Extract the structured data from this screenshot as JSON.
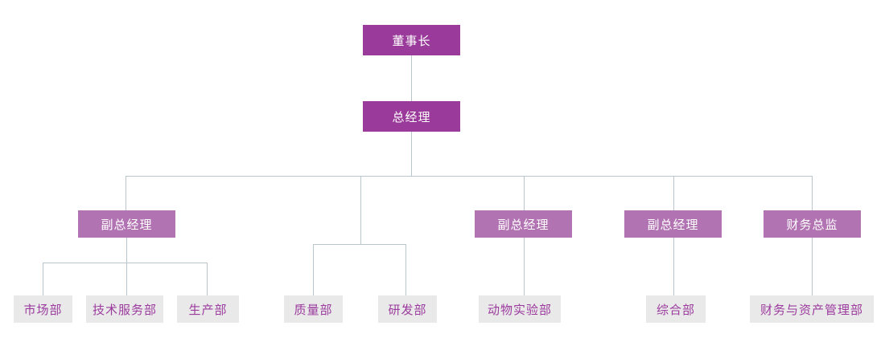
{
  "diagram": {
    "type": "org-chart",
    "title": "",
    "colors": {
      "level_top_bg": "#9a3a9b",
      "level_top_text": "#ffffff",
      "level_mid_bg": "#b273b3",
      "level_mid_text": "#ffffff",
      "dept_bg": "#e9e9e9",
      "dept_text": "#9c3b9e",
      "connector_line": "#b9c6ce",
      "background": "#ffffff"
    },
    "nodes": {
      "chairman": {
        "label": "董事长",
        "level": 1
      },
      "general_manager": {
        "label": "总经理",
        "level": 2
      },
      "deputy_gm_1": {
        "label": "副总经理",
        "level": 3
      },
      "deputy_gm_2": {
        "label": "副总经理",
        "level": 3
      },
      "deputy_gm_3": {
        "label": "副总经理",
        "level": 3
      },
      "finance_director": {
        "label": "财务总监",
        "level": 3
      },
      "dept_marketing": {
        "label": "市场部",
        "level": 4
      },
      "dept_tech_service": {
        "label": "技术服务部",
        "level": 4
      },
      "dept_production": {
        "label": "生产部",
        "level": 4
      },
      "dept_quality": {
        "label": "质量部",
        "level": 4
      },
      "dept_rd": {
        "label": "研发部",
        "level": 4
      },
      "dept_animal_lab": {
        "label": "动物实验部",
        "level": 4
      },
      "dept_general": {
        "label": "综合部",
        "level": 4
      },
      "dept_finance_asset": {
        "label": "财务与资产管理部",
        "level": 4
      }
    },
    "hierarchy": [
      {
        "parent": "chairman",
        "children": [
          "general_manager"
        ]
      },
      {
        "parent": "general_manager",
        "children": [
          "deputy_gm_1",
          "unlabeled_branch",
          "deputy_gm_2",
          "deputy_gm_3",
          "finance_director"
        ]
      },
      {
        "parent": "deputy_gm_1",
        "children": [
          "dept_marketing",
          "dept_tech_service",
          "dept_production"
        ]
      },
      {
        "parent": "unlabeled_branch",
        "children": [
          "dept_quality",
          "dept_rd"
        ]
      },
      {
        "parent": "deputy_gm_2",
        "children": [
          "dept_animal_lab"
        ]
      },
      {
        "parent": "deputy_gm_3",
        "children": [
          "dept_general"
        ]
      },
      {
        "parent": "finance_director",
        "children": [
          "dept_finance_asset"
        ]
      }
    ]
  }
}
